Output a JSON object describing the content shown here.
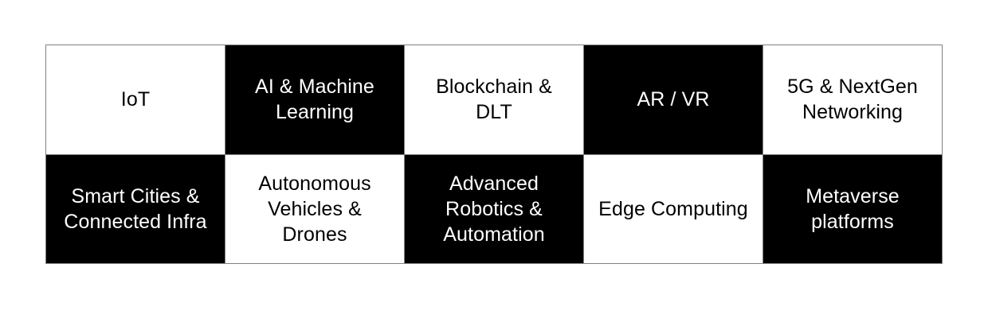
{
  "page": {
    "background_color": "#ffffff",
    "grid_line_color": "#808080",
    "light_cell_color": "#ffffff",
    "dark_cell_color": "#000000",
    "light_text_color": "#000000",
    "dark_text_color": "#ffffff"
  },
  "grid": {
    "rows": 2,
    "columns": 5,
    "cells": [
      {
        "label": "IoT",
        "style": "light"
      },
      {
        "label": "AI & Machine\nLearning",
        "style": "dark"
      },
      {
        "label": "Blockchain &\nDLT",
        "style": "light"
      },
      {
        "label": "AR / VR",
        "style": "dark"
      },
      {
        "label": "5G & NextGen\nNetworking",
        "style": "light"
      },
      {
        "label": "Smart Cities &\nConnected Infra",
        "style": "dark"
      },
      {
        "label": "Autonomous\nVehicles &\nDrones",
        "style": "light"
      },
      {
        "label": "Advanced\nRobotics &\nAutomation",
        "style": "dark"
      },
      {
        "label": "Edge Computing",
        "style": "light"
      },
      {
        "label": "Metaverse\nplatforms",
        "style": "dark"
      }
    ]
  }
}
